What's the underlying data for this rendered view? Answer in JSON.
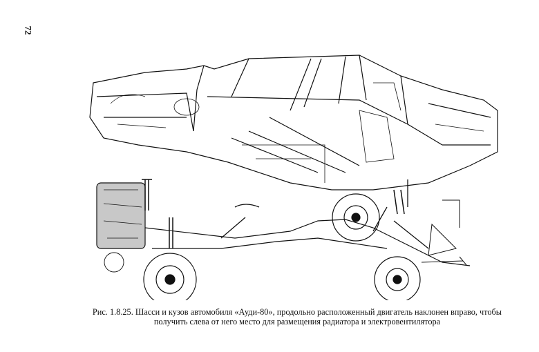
{
  "page_number": "72",
  "figure": {
    "caption_line1": "Рис. 1.8.25. Шасси и кузов автомобиля «Ауди-80», продольно расположенный двигатель наклонен вправо, чтобы",
    "caption_line2": "получить слева от него место для размещения радиатора и электровентилятора"
  }
}
